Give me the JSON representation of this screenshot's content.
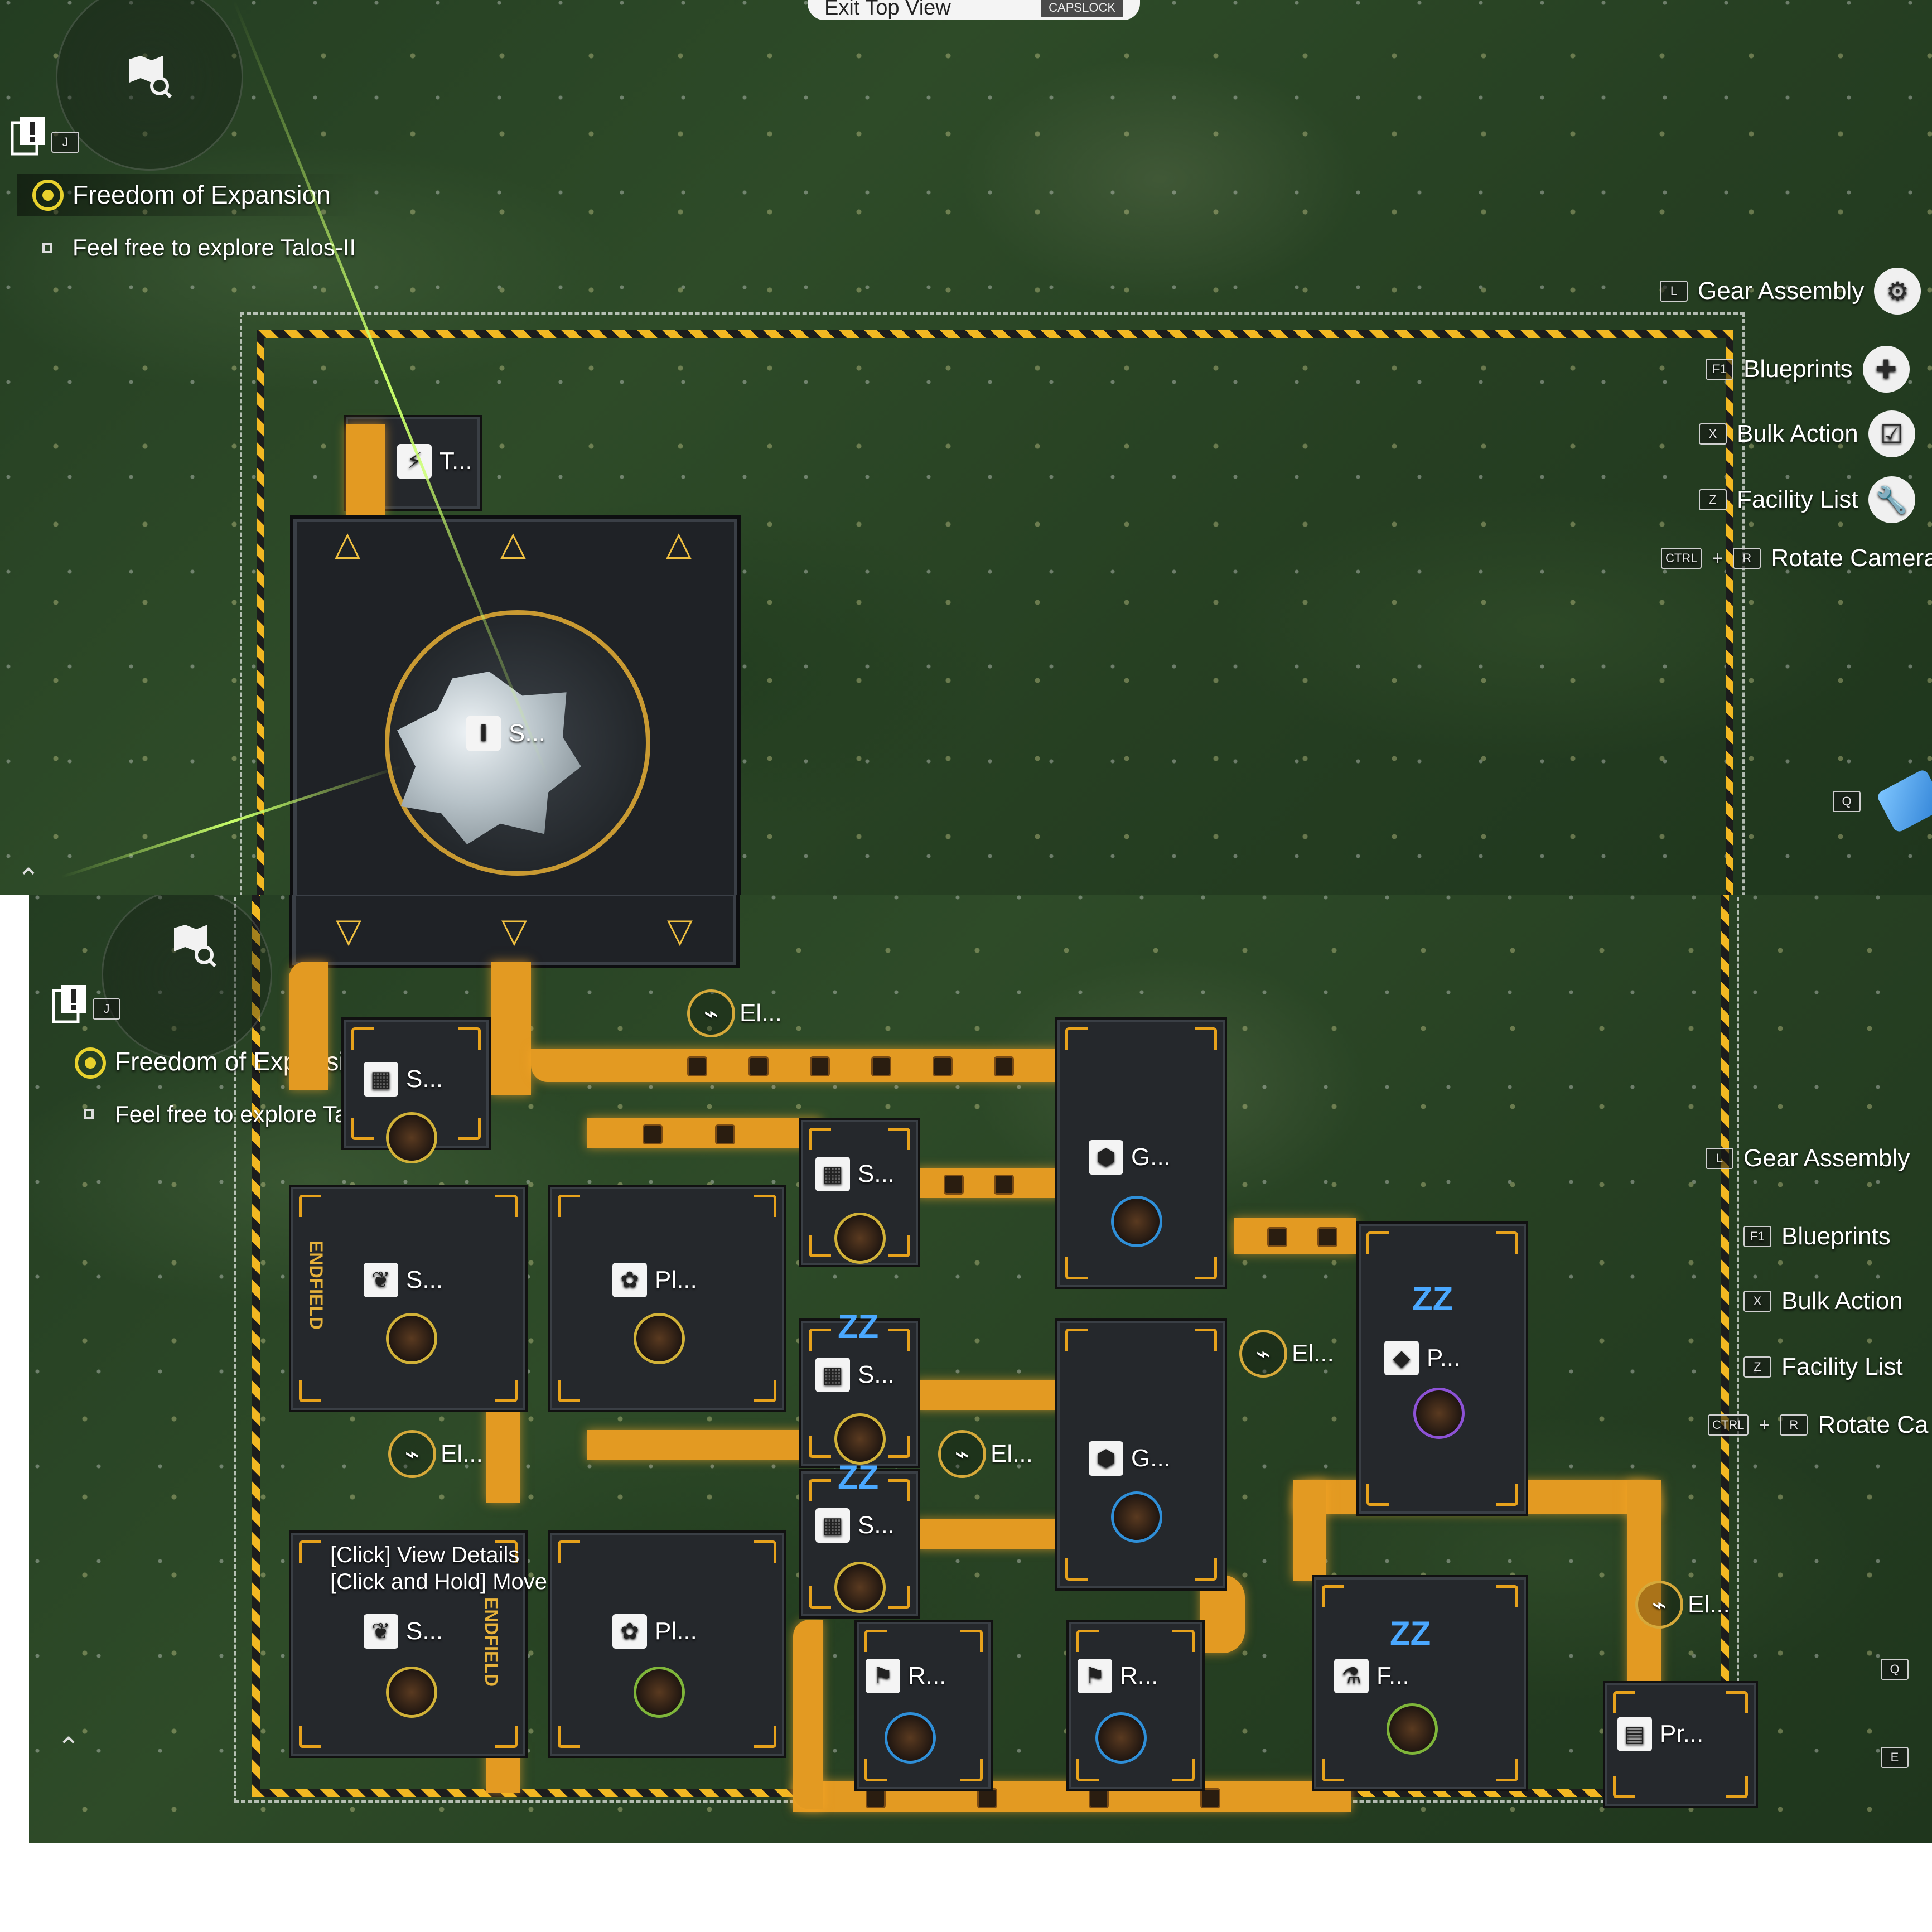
{
  "top_banner": {
    "exit_label": "Exit Top View",
    "exit_key": "CAPSLOCK"
  },
  "quest": {
    "title": "Freedom of Expansion",
    "subtitle": "Feel free to explore Talos-II",
    "journal_key": "J"
  },
  "menu": [
    {
      "key": "L",
      "label": "Gear Assembly",
      "icon": "gear-assembly-icon"
    },
    {
      "key": "F1",
      "label": "Blueprints",
      "icon": "blueprint-icon"
    },
    {
      "key": "X",
      "label": "Bulk Action",
      "icon": "bulk-action-icon"
    },
    {
      "key": "Z",
      "label": "Facility List",
      "icon": "wrench-icon"
    }
  ],
  "menu_bottom": {
    "rotate_label": "Rotate Camera",
    "rotate_label_short": "Rotate Ca",
    "ctrl_key": "CTRL",
    "plus": "+",
    "r_key": "R",
    "q_key": "Q",
    "e_key": "E"
  },
  "top_view": {
    "hub_label": "S...",
    "tower_label": "T...",
    "pylon_label": "El..."
  },
  "facilities": {
    "s_label": "S...",
    "pl_label": "Pl...",
    "g_label": "G...",
    "p_label": "P...",
    "r_label": "R...",
    "f_label": "F...",
    "pr_label": "Pr...",
    "el_label": "El..."
  },
  "tooltip": {
    "view_details": "[Click] View Details",
    "move": "[Click and Hold] Move"
  },
  "branding": "ENDFIELD",
  "colors": {
    "belt": "#e39a22",
    "fence": "#f2b822",
    "accent": "#d2b238"
  }
}
